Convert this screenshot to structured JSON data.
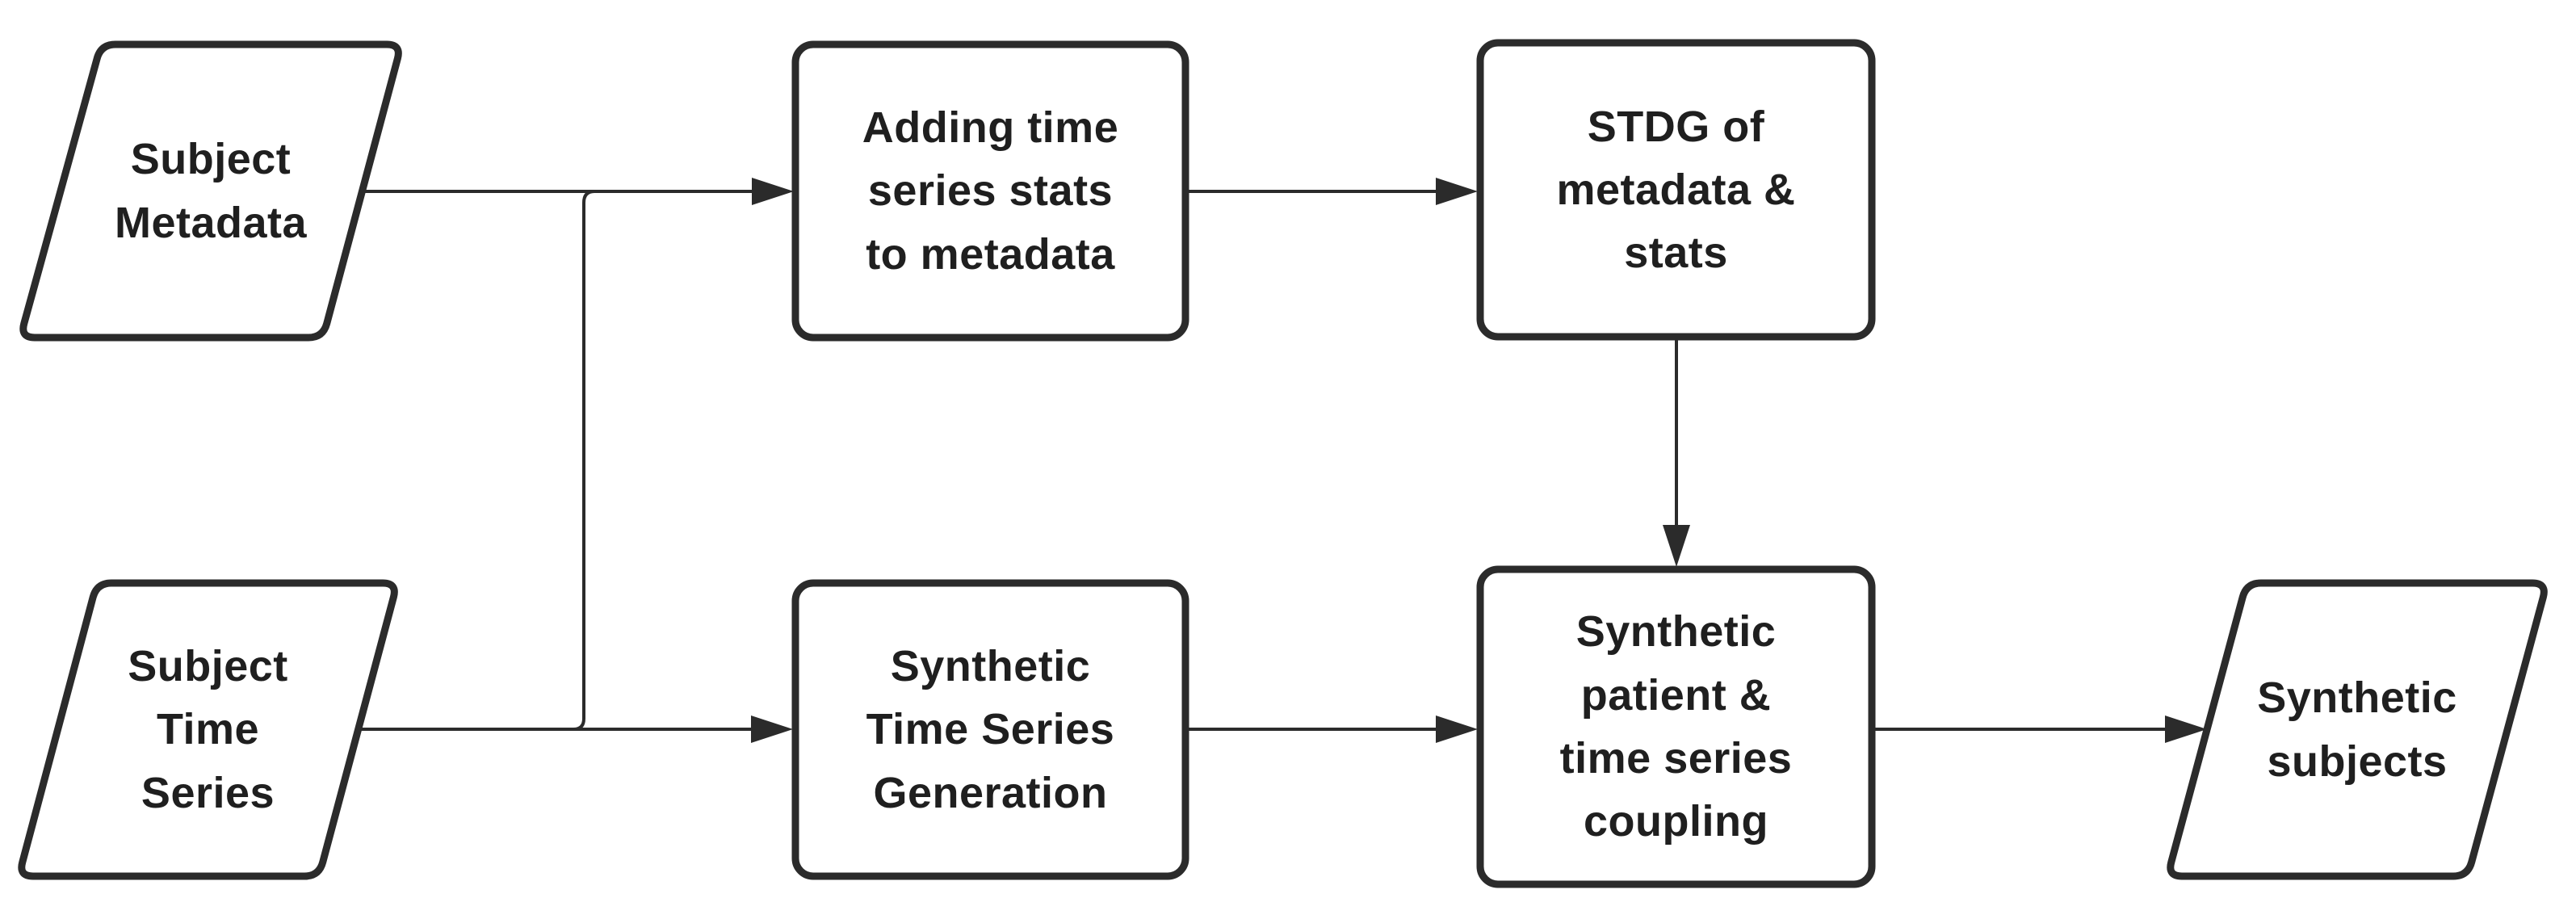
{
  "diagram": {
    "title": "Synthetic subject generation pipeline flowchart",
    "background_color": "#ffffff",
    "stroke_color": "#2b2b2b",
    "text_color": "#1f1f1f",
    "node_fill_color": "#ffffff",
    "nodes": [
      {
        "id": "subject-metadata",
        "shape": "parallelogram-data",
        "label": "Subject\nMetadata"
      },
      {
        "id": "subject-time-series",
        "shape": "parallelogram-data",
        "label": "Subject\nTime\nSeries"
      },
      {
        "id": "adding-stats",
        "shape": "rounded-process",
        "label": "Adding time\nseries stats\nto metadata"
      },
      {
        "id": "stdg",
        "shape": "rounded-process",
        "label": "STDG of\nmetadata &\nstats"
      },
      {
        "id": "stsg",
        "shape": "rounded-process",
        "label": "Synthetic\nTime Series\nGeneration"
      },
      {
        "id": "coupling",
        "shape": "rounded-process",
        "label": "Synthetic\npatient &\ntime series\ncoupling"
      },
      {
        "id": "synthetic-subjects",
        "shape": "parallelogram-data",
        "label": "Synthetic\nsubjects"
      }
    ],
    "edges": [
      {
        "from": "subject-metadata",
        "to": "adding-stats",
        "style": "arrow"
      },
      {
        "from": "subject-time-series",
        "to": "adding-stats",
        "style": "branch-merge"
      },
      {
        "from": "subject-time-series",
        "to": "stsg",
        "style": "arrow"
      },
      {
        "from": "adding-stats",
        "to": "stdg",
        "style": "arrow"
      },
      {
        "from": "stdg",
        "to": "coupling",
        "style": "arrow-down"
      },
      {
        "from": "stsg",
        "to": "coupling",
        "style": "arrow"
      },
      {
        "from": "coupling",
        "to": "synthetic-subjects",
        "style": "arrow"
      }
    ]
  }
}
